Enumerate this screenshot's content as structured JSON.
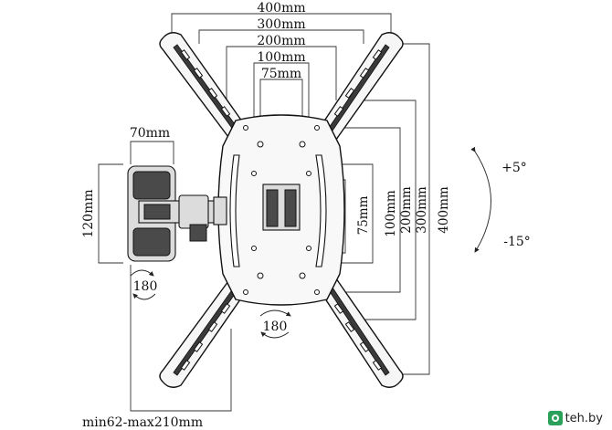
{
  "labels": {
    "top_400": "400mm",
    "top_300": "300mm",
    "top_200": "200mm",
    "top_100": "100mm",
    "top_75": "75mm",
    "right_75": "75mm",
    "right_100": "100mm",
    "right_200": "200mm",
    "right_300": "300mm",
    "right_400": "400mm",
    "side_width": "70mm",
    "side_height": "120mm",
    "extension": "min62-max210mm",
    "tilt_up": "+5°",
    "tilt_down": "-15°",
    "swivel_wall": "180",
    "swivel_plate": "180"
  },
  "brand": {
    "name": "teh.by",
    "icon": "green-rounded-square-logo"
  }
}
